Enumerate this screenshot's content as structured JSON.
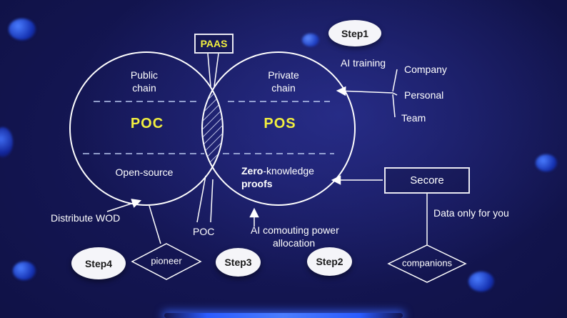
{
  "colors": {
    "accent_yellow": "#f2ef3f",
    "line_white": "#ffffff",
    "dashed_blue": "#b9c8ef",
    "bg_dark": "#07071f",
    "glow_blue": "#2b5bff"
  },
  "venn": {
    "paas": "PAAS",
    "left": {
      "top": "Public chain",
      "mid": "POC",
      "bottom": "Open-source"
    },
    "right": {
      "top": "Private chain",
      "mid": "POS",
      "bottom_bold_1": "Zero",
      "bottom_normal": "-knowledge",
      "bottom_bold_2": "proofs"
    }
  },
  "steps": {
    "s1": "Step1",
    "s2": "Step2",
    "s3": "Step3",
    "s4": "Step4"
  },
  "right_branch": {
    "ai_training": "AI training",
    "items": [
      "Company",
      "Personal",
      "Team"
    ]
  },
  "secure_flow": {
    "box": "Secore",
    "note": "Data only for you",
    "diamond": "companions"
  },
  "bottom": {
    "ai_power_line1": "AI comouting power",
    "ai_power_line2": "allocation",
    "poc": "POC",
    "distribute": "Distribute WOD",
    "pioneer": "pioneer"
  }
}
